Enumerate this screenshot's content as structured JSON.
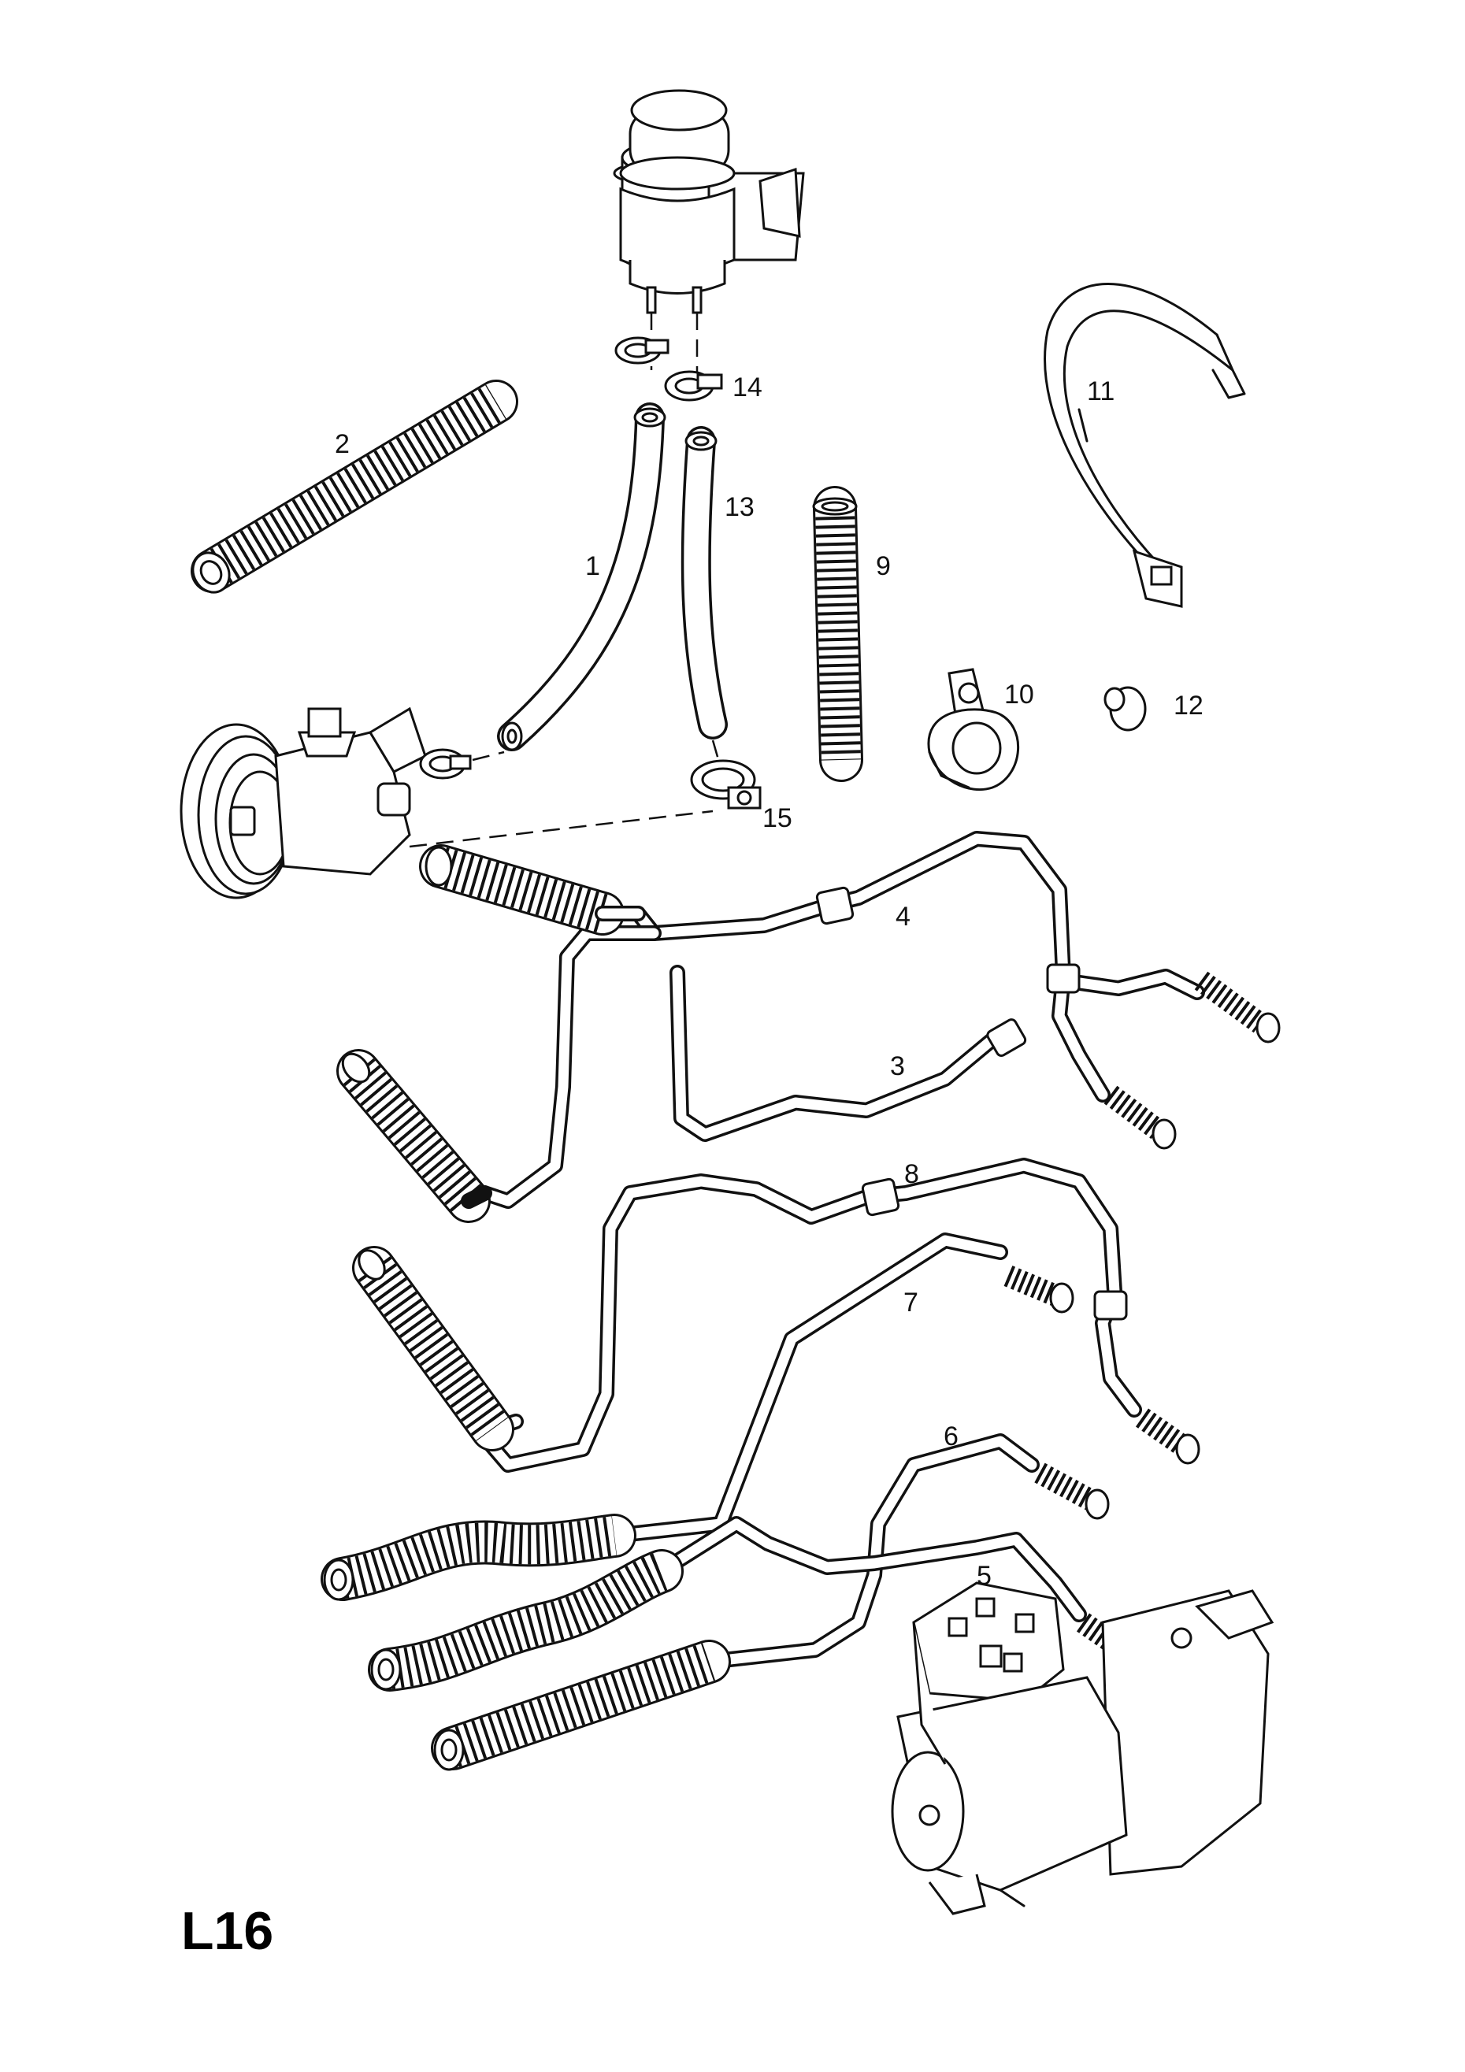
{
  "diagram": {
    "code": "L16",
    "callouts": [
      "1",
      "2",
      "3",
      "4",
      "5",
      "6",
      "7",
      "8",
      "9",
      "10",
      "11",
      "12",
      "13",
      "14",
      "15"
    ]
  }
}
